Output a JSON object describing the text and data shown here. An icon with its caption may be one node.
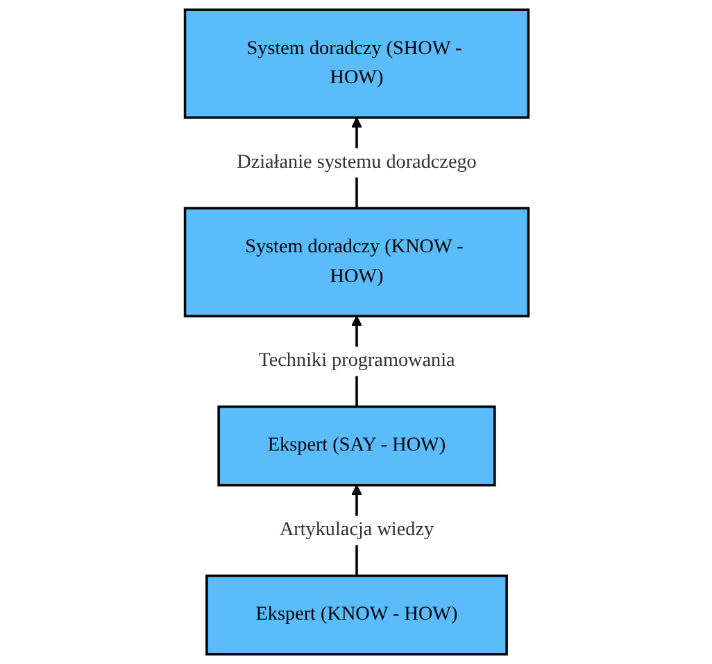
{
  "diagram": {
    "nodes": [
      {
        "text": [
          "System doradczy (SHOW - HOW)"
        ]
      },
      {
        "text": [
          "System doradczy (KNOW - HOW)"
        ]
      },
      {
        "text": [
          "Ekspert (SAY - HOW)"
        ]
      },
      {
        "text": [
          "Ekspert (KNOW - HOW)"
        ]
      }
    ],
    "edges": [
      {
        "from": 1,
        "to": 0,
        "arrow": "to",
        "label": "Działanie systemu doradczego"
      },
      {
        "from": 2,
        "to": 1,
        "arrow": "to",
        "label": "Techniki programowania"
      },
      {
        "from": 3,
        "to": 2,
        "arrow": "to",
        "label": "Artykulacja wiedzy"
      }
    ]
  }
}
